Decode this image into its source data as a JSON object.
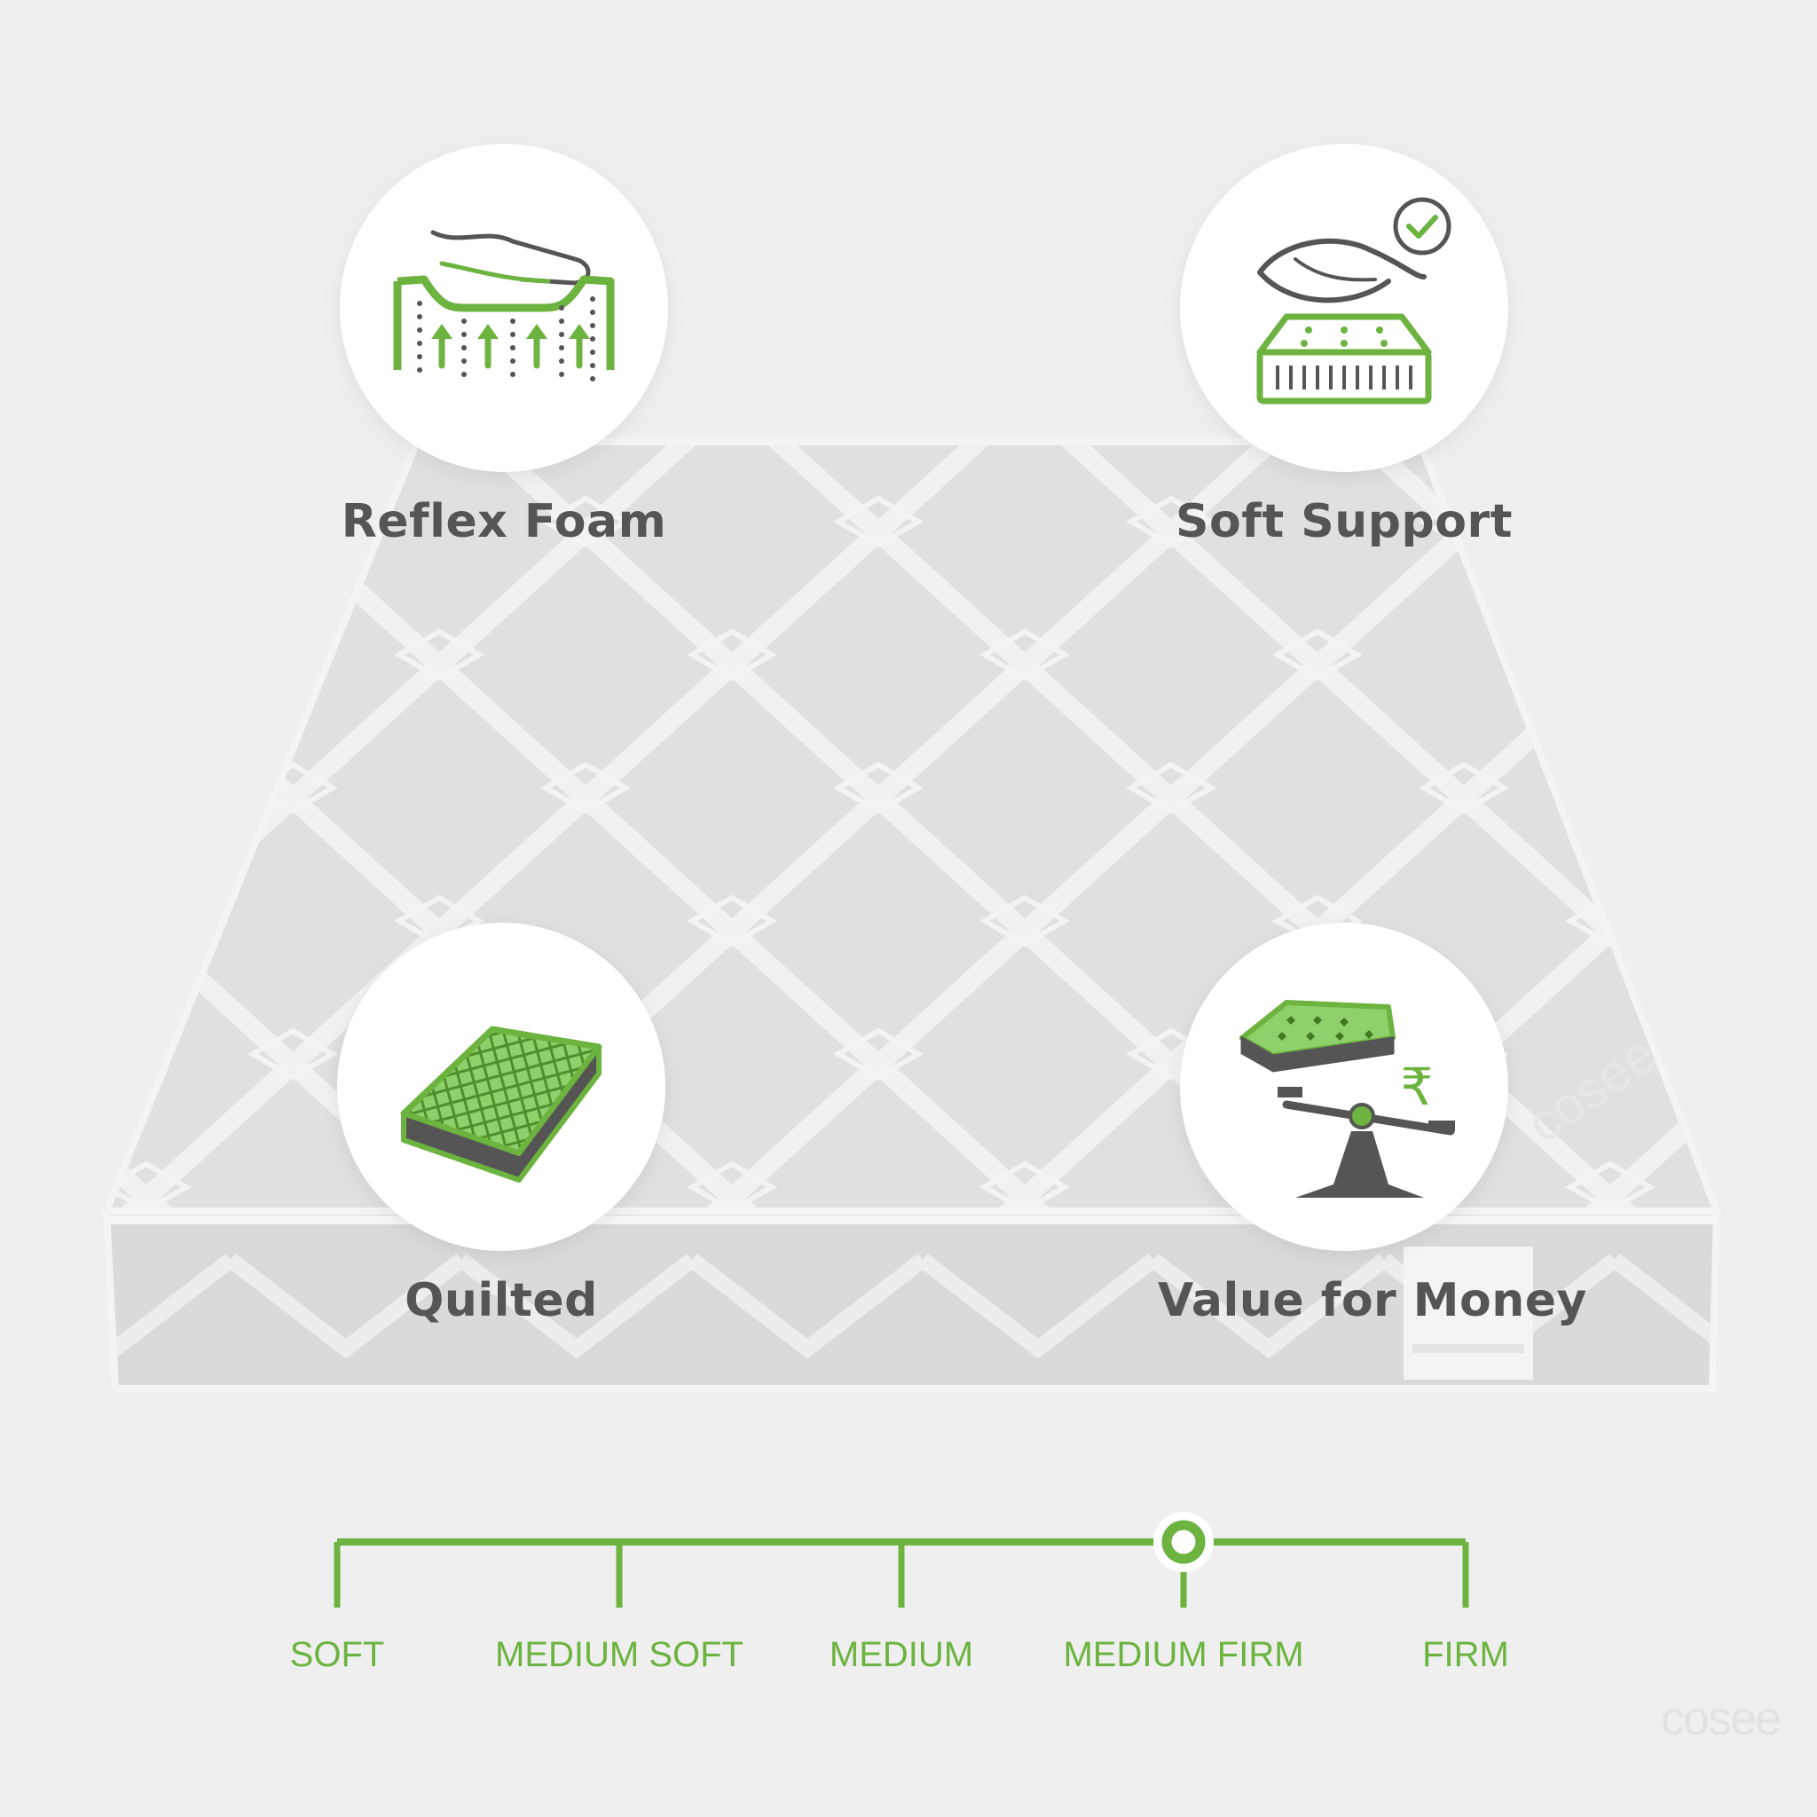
{
  "brand": {
    "logo_text": "cosee",
    "accent_color": "#6cb33f",
    "text_color": "#555555"
  },
  "features": [
    {
      "label": "Reflex Foam",
      "icon": "reflex-foam-icon"
    },
    {
      "label": "Soft Support",
      "icon": "soft-support-icon"
    },
    {
      "label": "Quilted",
      "icon": "quilted-mattress-icon"
    },
    {
      "label": "Value for Money",
      "icon": "value-for-money-icon"
    }
  ],
  "firmness_scale": {
    "levels": [
      "SOFT",
      "MEDIUM SOFT",
      "MEDIUM",
      "MEDIUM FIRM",
      "FIRM"
    ],
    "selected": "MEDIUM FIRM",
    "selected_index": 3
  }
}
